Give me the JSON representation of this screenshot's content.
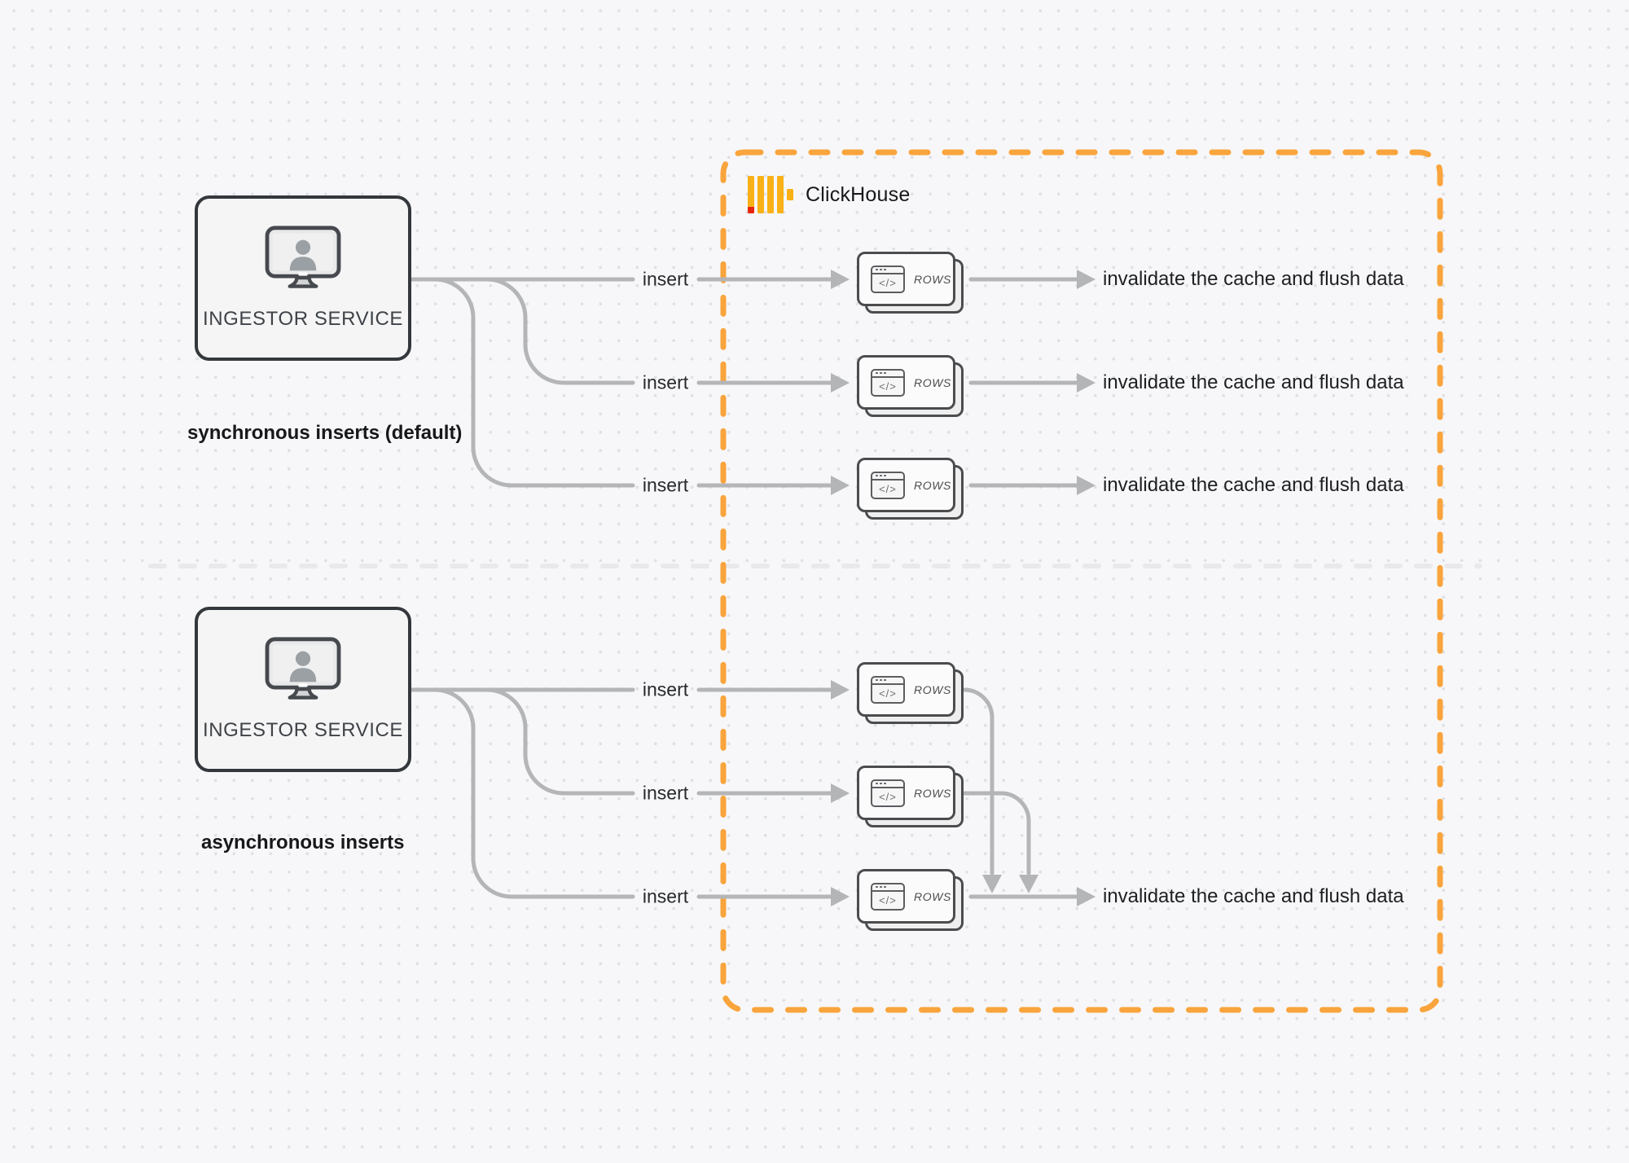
{
  "colors": {
    "accent_orange": "#f9a43c",
    "logo_yellow": "#f9b117",
    "logo_red": "#e8250c",
    "wire_gray": "#b4b5b7",
    "divider_gray": "#e9e9eb",
    "text_dark": "#1d1f22"
  },
  "clickhouse": {
    "brand": "ClickHouse"
  },
  "sync": {
    "caption": "synchronous inserts (default)",
    "service_label": "INGESTOR SERVICE",
    "rows": [
      {
        "insert": "insert",
        "card_glyph": "</>",
        "card_label": "ROWS",
        "result": "invalidate the cache and flush data"
      },
      {
        "insert": "insert",
        "card_glyph": "</>",
        "card_label": "ROWS",
        "result": "invalidate the cache and flush data"
      },
      {
        "insert": "insert",
        "card_glyph": "</>",
        "card_label": "ROWS",
        "result": "invalidate the cache and flush data"
      }
    ]
  },
  "async": {
    "caption": "asynchronous inserts",
    "service_label": "INGESTOR SERVICE",
    "rows": [
      {
        "insert": "insert",
        "card_glyph": "</>",
        "card_label": "ROWS"
      },
      {
        "insert": "insert",
        "card_glyph": "</>",
        "card_label": "ROWS"
      },
      {
        "insert": "insert",
        "card_glyph": "</>",
        "card_label": "ROWS"
      }
    ],
    "result": "invalidate the cache and flush data"
  }
}
